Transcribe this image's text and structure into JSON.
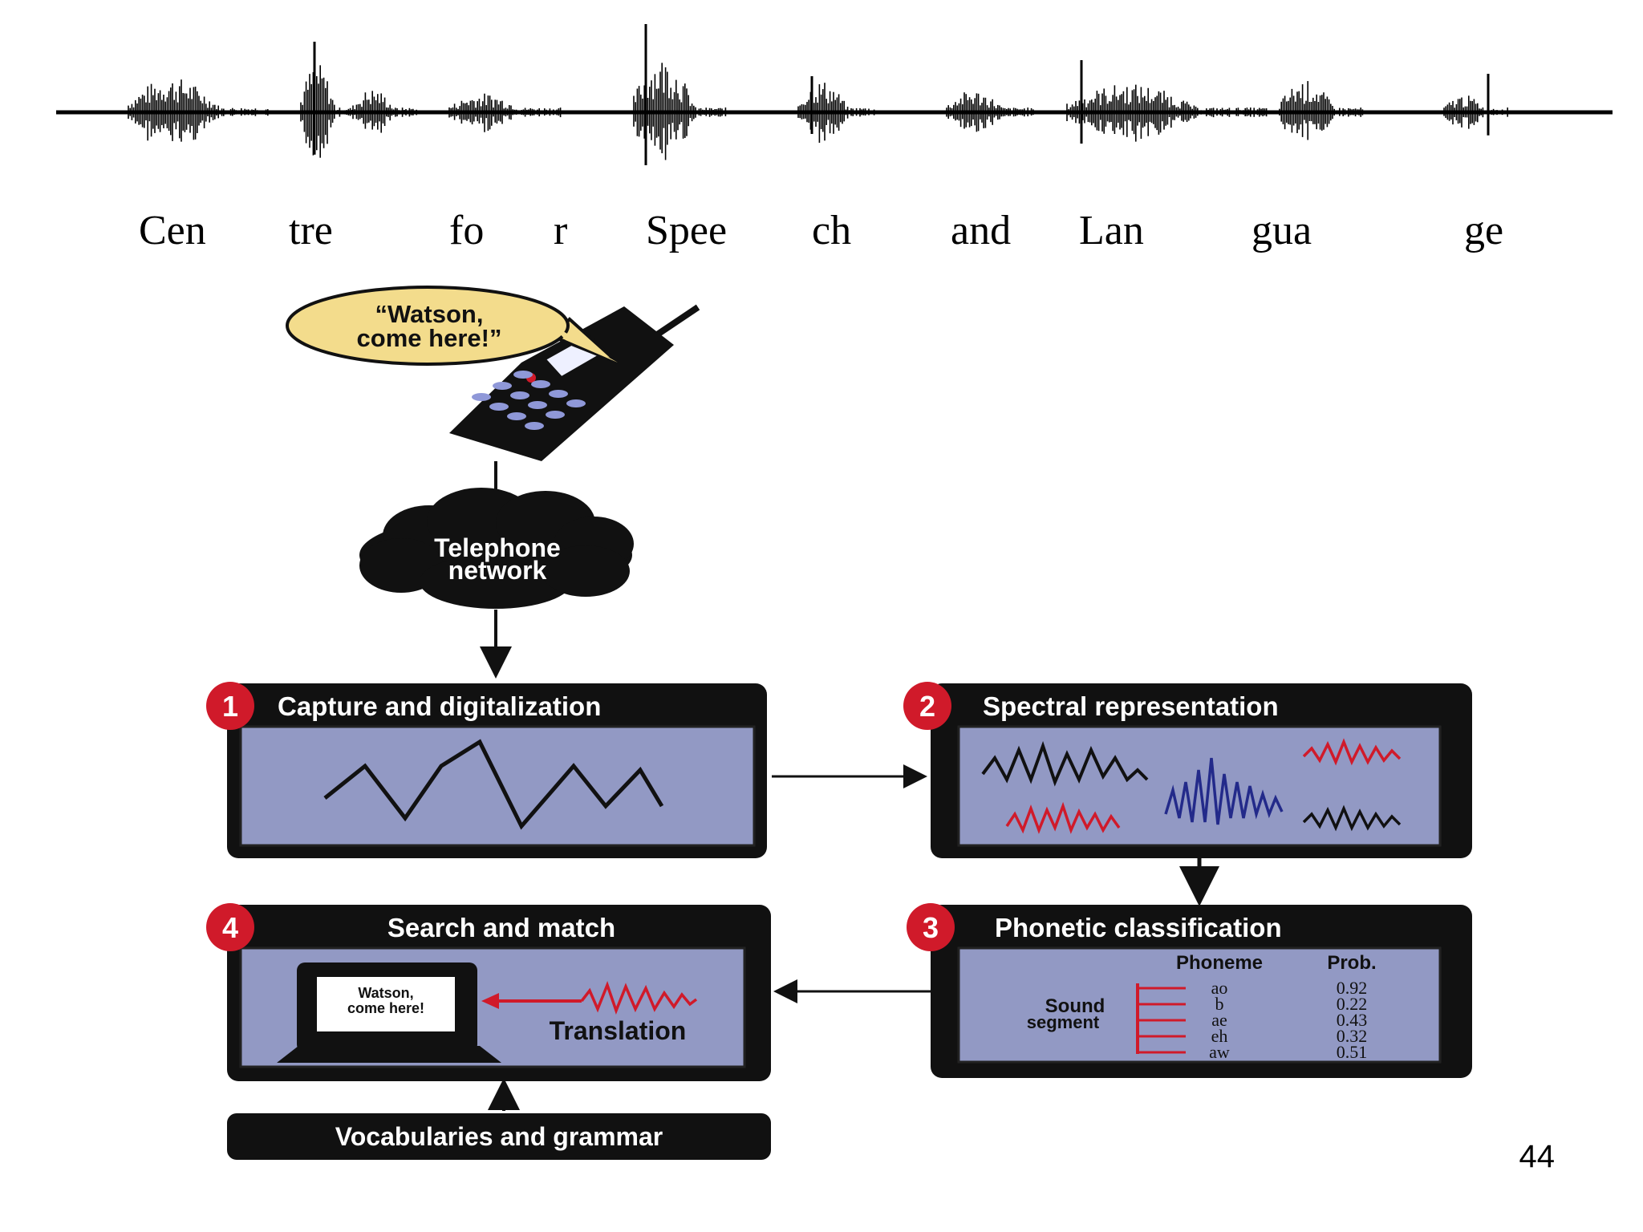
{
  "waveform": {
    "syllables": [
      "Cen",
      "tre",
      "fo",
      "r",
      "Spee",
      "ch",
      "and",
      "Lan",
      "gua",
      "ge"
    ]
  },
  "speech_bubble": {
    "line1": "“Watson,",
    "line2": "come here!”"
  },
  "network": {
    "line1": "Telephone",
    "line2": "network"
  },
  "steps": [
    {
      "number": "1",
      "title": "Capture and digitalization"
    },
    {
      "number": "2",
      "title": "Spectral representation"
    },
    {
      "number": "3",
      "title": "Phonetic classification"
    },
    {
      "number": "4",
      "title": "Search and match"
    }
  ],
  "phonetic": {
    "sound_label_line1": "Sound",
    "sound_label_line2": "segment",
    "col_phoneme": "Phoneme",
    "col_prob": "Prob.",
    "rows": [
      {
        "phoneme": "ao",
        "prob": "0.92"
      },
      {
        "phoneme": "b",
        "prob": "0.22"
      },
      {
        "phoneme": "ae",
        "prob": "0.43"
      },
      {
        "phoneme": "eh",
        "prob": "0.32"
      },
      {
        "phoneme": "aw",
        "prob": "0.51"
      }
    ]
  },
  "search": {
    "screen_line1": "Watson,",
    "screen_line2": "come here!",
    "translation_label": "Translation"
  },
  "vocab_label": "Vocabularies and grammar",
  "page_number": "44",
  "colors": {
    "panel_black": "#111111",
    "panel_inner": "#9299c4",
    "accent_red": "#d01a2a",
    "wave_blue": "#232a8a",
    "bubble_yellow": "#f3dc8c",
    "keypad_blue": "#8f98d8"
  }
}
